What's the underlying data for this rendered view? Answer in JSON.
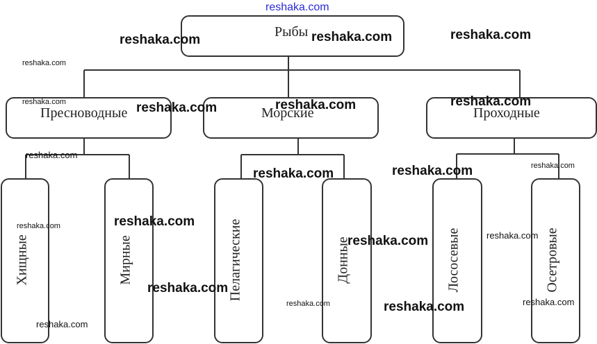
{
  "diagram": {
    "root": "Рыбы",
    "categories": [
      {
        "label": "Пресноводные",
        "children": [
          "Хищные",
          "Мирные"
        ]
      },
      {
        "label": "Морские",
        "children": [
          "Пелагические",
          "Донные"
        ]
      },
      {
        "label": "Проходные",
        "children": [
          "Лососевые",
          "Осетровые"
        ]
      }
    ]
  },
  "watermark": "reshaka.com"
}
